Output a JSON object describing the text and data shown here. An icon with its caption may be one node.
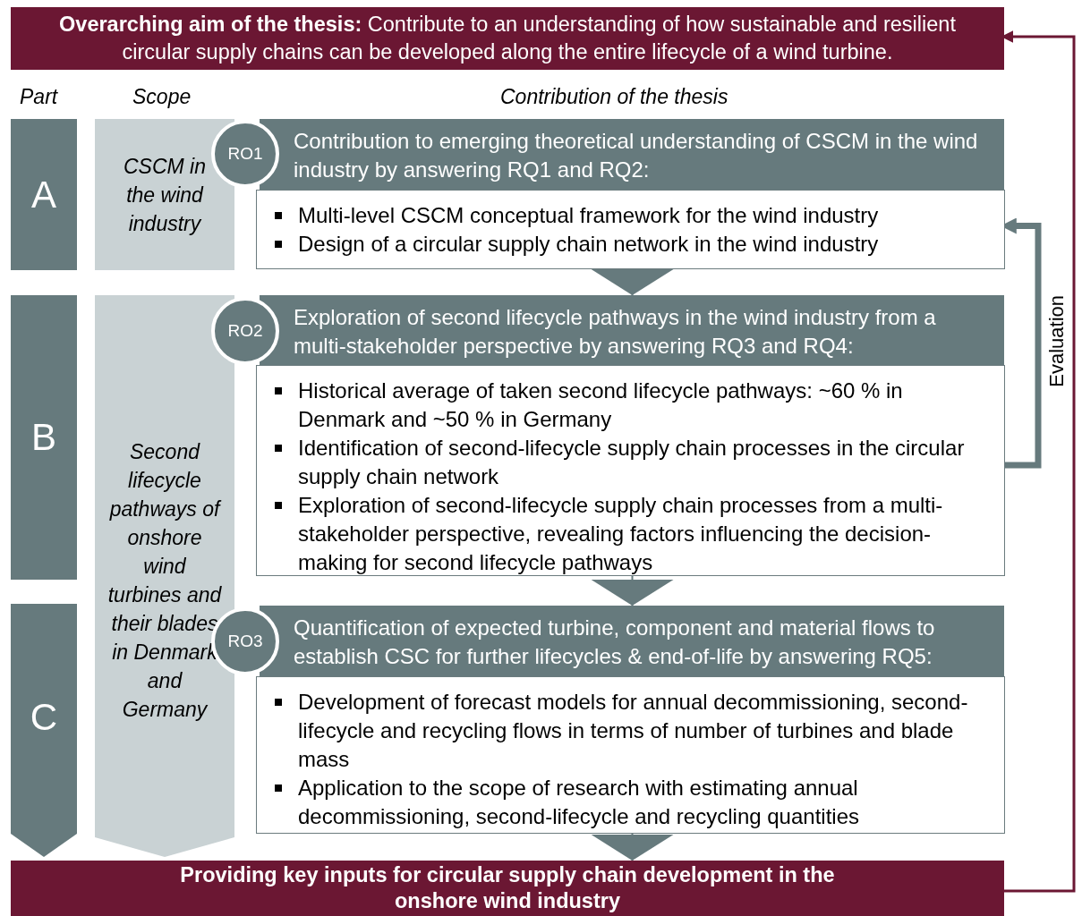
{
  "diagram": {
    "nodes": [
      {
        "text": [
          "**Overarching aim of the thesis:** Contribute to an understanding of how sustainable and resilient circular supply chains can be developed along the entire lifecycle of a wind turbine."
        ]
      },
      {
        "text": [
          "A"
        ]
      },
      {
        "text": [
          "CSCM in the wind industry"
        ]
      },
      {
        "text": [
          "RO1"
        ]
      },
      {
        "text": [
          "Contribution to emerging theoretical understanding of CSCM in the wind industry by answering RQ1 and RQ2:"
        ]
      },
      {
        "text": [
          "Multi-level CSCM conceptual framework for the wind industry",
          "Design of a circular supply chain network in the wind industry"
        ]
      },
      {
        "text": [
          "B"
        ]
      },
      {
        "text": [
          "Second lifecycle pathways of onshore wind turbines and their blades in Denmark and Germany"
        ]
      },
      {
        "text": [
          "RO2"
        ]
      },
      {
        "text": [
          "Exploration of second lifecycle pathways in the wind industry from a multi-stakeholder perspective by answering RQ3 and RQ4:"
        ]
      },
      {
        "text": [
          "Historical average of taken second lifecycle pathways: ~60 % in Denmark and ~50 % in Germany",
          "Identification of second-lifecycle supply chain processes in the circular supply chain network",
          "Exploration of second-lifecycle supply chain processes from a multi-stakeholder perspective, revealing factors influencing the decision-making for second lifecycle pathways"
        ]
      },
      {
        "text": [
          "C"
        ]
      },
      {
        "text": [
          "RO3"
        ]
      },
      {
        "text": [
          "Quantification of expected turbine, component and material flows to establish CSC for further lifecycles & end-of-life by answering RQ5:"
        ]
      },
      {
        "text": [
          "Development of forecast models for annual decommissioning, second-lifecycle and recycling flows in terms of number of turbines and blade mass",
          "Application to the scope of research with estimating annual decommissioning, second-lifecycle and recycling quantities"
        ]
      },
      {
        "text": [
          "Providing key inputs for circular supply chain development in the onshore wind industry"
        ]
      }
    ],
    "edges": [
      {
        "from": 5,
        "to": 9,
        "arrow": "to"
      },
      {
        "from": 10,
        "to": 13,
        "arrow": "to"
      },
      {
        "from": 14,
        "to": 15,
        "arrow": "to"
      },
      {
        "from": 10,
        "to": 5,
        "arrow": "to",
        "label": "Evaluation",
        "style": "thick"
      },
      {
        "from": 15,
        "to": 0,
        "arrow": "to",
        "color": "#6b1733"
      }
    ],
    "labels": [
      "Part",
      "Scope",
      "Contribution of the thesis"
    ]
  }
}
